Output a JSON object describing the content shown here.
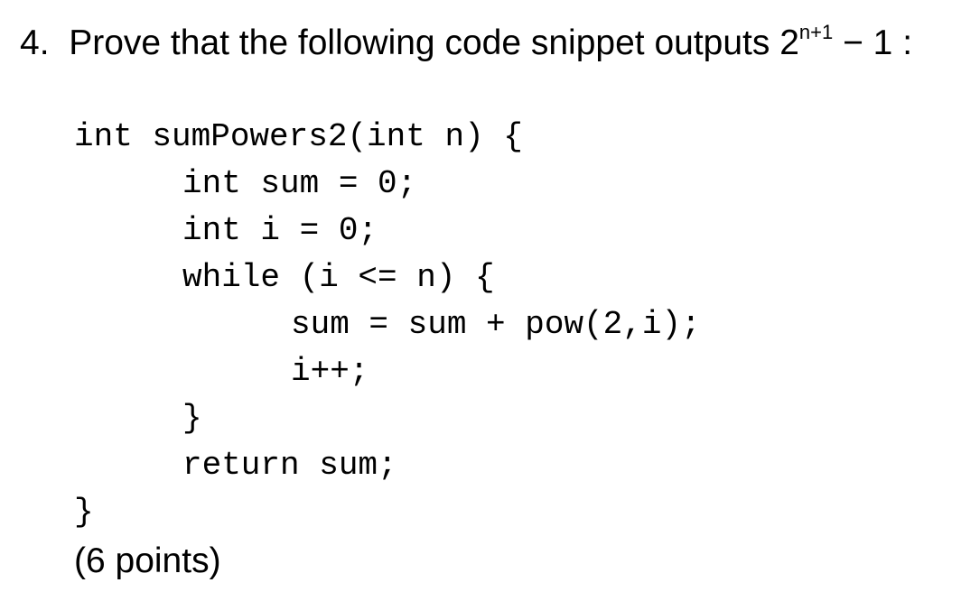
{
  "question": {
    "number": "4.",
    "text": "Prove that the following code snippet outputs 2",
    "exponent": "n+1",
    "suffix": " − 1 :"
  },
  "code": {
    "lines": [
      "int sumPowers2(int n) {",
      "int sum = 0;",
      "int i = 0;",
      "while (i <= n) {",
      "sum = sum + pow(2,i);",
      "i++;",
      "}",
      "return sum;",
      "}"
    ]
  },
  "points": "(6 points)"
}
